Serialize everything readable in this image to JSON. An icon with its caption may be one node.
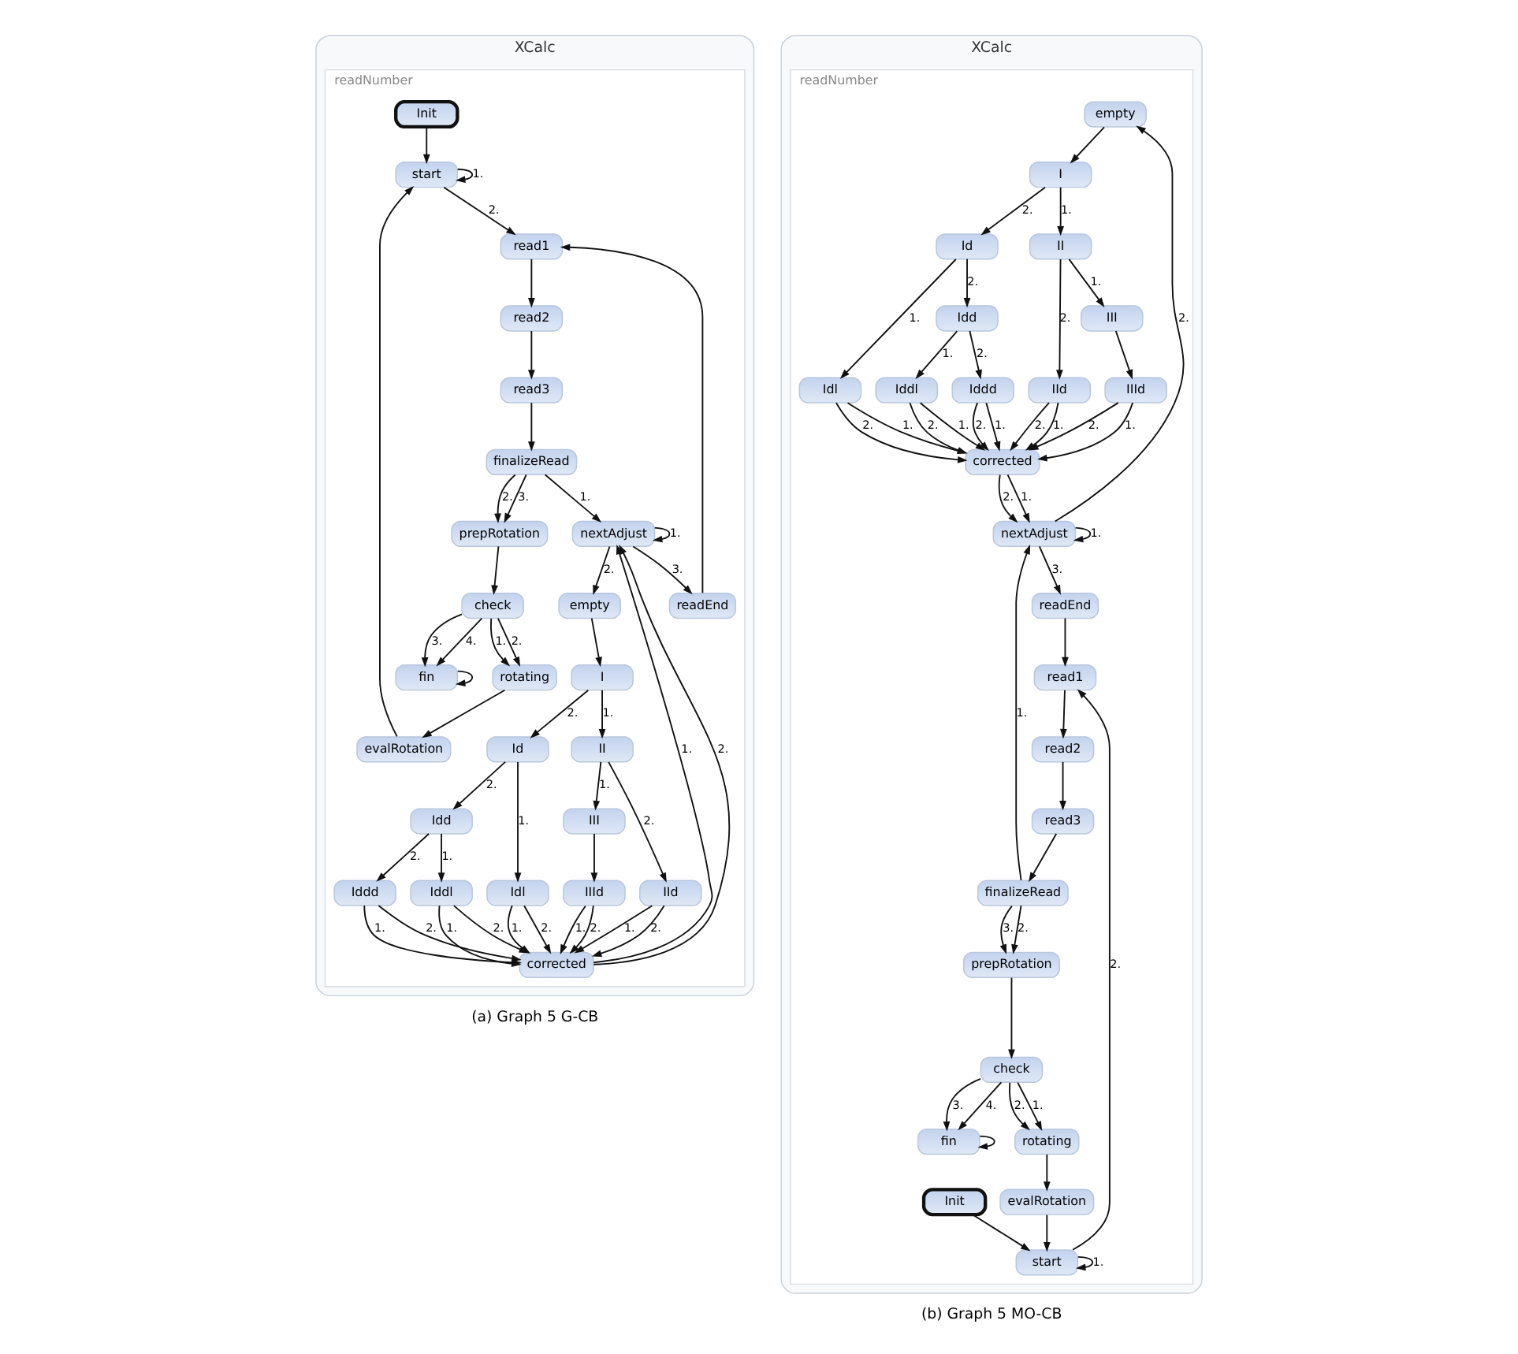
{
  "diagram": {
    "nodes": [
      {
        "text": [
          "XCalc"
        ],
        "beside": [
          "(a) Graph 5 G-CB"
        ]
      },
      {
        "text": [
          "readNumber"
        ],
        "in": 0
      },
      {
        "text": [
          "Init"
        ],
        "in": 1
      },
      {
        "text": [
          "finalizeRead"
        ],
        "in": 1
      },
      {
        "text": [
          "II"
        ],
        "in": 1
      },
      {
        "text": [
          "prepRotation"
        ],
        "in": 1
      },
      {
        "text": [
          "Idd"
        ],
        "in": 1
      },
      {
        "text": [
          "III"
        ],
        "in": 1
      },
      {
        "text": [
          "check"
        ],
        "in": 1
      },
      {
        "text": [
          "Iddl"
        ],
        "in": 1
      },
      {
        "text": [
          "Iddd"
        ],
        "in": 1
      },
      {
        "text": [
          "IIId"
        ],
        "in": 1
      },
      {
        "text": [
          "Idl"
        ],
        "in": 1
      },
      {
        "text": [
          "IId"
        ],
        "in": 1
      },
      {
        "text": [
          "rotating"
        ],
        "in": 1
      },
      {
        "text": [
          "fin"
        ],
        "in": 1
      },
      {
        "text": [
          "corrected"
        ],
        "in": 1
      },
      {
        "text": [
          "evalRotation"
        ],
        "in": 1
      },
      {
        "text": [
          "nextAdjust"
        ],
        "in": 1
      },
      {
        "text": [
          "start"
        ],
        "in": 1
      },
      {
        "text": [
          "readEnd"
        ],
        "in": 1
      },
      {
        "text": [
          "empty"
        ],
        "in": 1
      },
      {
        "text": [
          "read1"
        ],
        "in": 1
      },
      {
        "text": [
          "I"
        ],
        "in": 1
      },
      {
        "text": [
          "read2"
        ],
        "in": 1
      },
      {
        "text": [
          "Id"
        ],
        "in": 1
      },
      {
        "text": [
          "read3"
        ],
        "in": 1
      },
      {
        "text": [
          "XCalc"
        ],
        "beside": [
          "(b) Graph 5 MO-CB"
        ]
      },
      {
        "text": [
          "readNumber"
        ],
        "in": 27
      },
      {
        "text": [
          "empty"
        ],
        "in": 28
      },
      {
        "text": [
          "Init"
        ],
        "in": 28
      },
      {
        "text": [
          "I"
        ],
        "in": 28
      },
      {
        "text": [
          "start"
        ],
        "in": 28
      },
      {
        "text": [
          "II"
        ],
        "in": 28
      },
      {
        "text": [
          "Id"
        ],
        "in": 28
      },
      {
        "text": [
          "read1"
        ],
        "in": 28
      },
      {
        "text": [
          "III"
        ],
        "in": 28
      },
      {
        "text": [
          "Idd"
        ],
        "in": 28
      },
      {
        "text": [
          "read2"
        ],
        "in": 28
      },
      {
        "text": [
          "IIId"
        ],
        "in": 28
      },
      {
        "text": [
          "IId"
        ],
        "in": 28
      },
      {
        "text": [
          "Idl"
        ],
        "in": 28
      },
      {
        "text": [
          "Iddl"
        ],
        "in": 28
      },
      {
        "text": [
          "Iddd"
        ],
        "in": 28
      },
      {
        "text": [
          "read3"
        ],
        "in": 28
      },
      {
        "text": [
          "corrected"
        ],
        "in": 28
      },
      {
        "text": [
          "finalizeRead"
        ],
        "in": 28
      },
      {
        "text": [
          "nextAdjust"
        ],
        "in": 28
      },
      {
        "text": [
          "prepRotation"
        ],
        "in": 28
      },
      {
        "text": [
          "readEnd"
        ],
        "in": 28
      },
      {
        "text": [
          "check"
        ],
        "in": 28
      },
      {
        "text": [
          "rotating"
        ],
        "in": 28
      },
      {
        "text": [
          "fin"
        ],
        "in": 28
      },
      {
        "text": [
          "evalRotation"
        ],
        "in": 28
      }
    ],
    "edges": [
      {
        "from": 2,
        "to": 19,
        "arrow": "to"
      },
      {
        "from": 3,
        "to": 5,
        "arrow": "to",
        "label": "2."
      },
      {
        "from": 3,
        "to": 5,
        "arrow": "to",
        "label": "3."
      },
      {
        "from": 3,
        "to": 18,
        "arrow": "to",
        "label": "1."
      },
      {
        "from": 26,
        "to": 3,
        "arrow": "to"
      },
      {
        "from": 5,
        "to": 8,
        "arrow": "to"
      },
      {
        "from": 8,
        "to": 14,
        "arrow": "to",
        "label": "1."
      },
      {
        "from": 8,
        "to": 14,
        "arrow": "to",
        "label": "2."
      },
      {
        "from": 8,
        "to": 15,
        "arrow": "to",
        "label": "3."
      },
      {
        "from": 8,
        "to": 15,
        "arrow": "to",
        "label": "4."
      },
      {
        "from": 15,
        "to": 15,
        "arrow": "to"
      },
      {
        "from": 14,
        "to": 17,
        "arrow": "to"
      },
      {
        "from": 17,
        "to": 19,
        "arrow": "to"
      },
      {
        "from": 19,
        "to": 19,
        "arrow": "to",
        "label": "1."
      },
      {
        "from": 19,
        "to": 22,
        "arrow": "to",
        "label": "2."
      },
      {
        "from": 22,
        "to": 24,
        "arrow": "to"
      },
      {
        "from": 24,
        "to": 26,
        "arrow": "to"
      },
      {
        "from": 4,
        "to": 7,
        "arrow": "to",
        "label": "1."
      },
      {
        "from": 4,
        "to": 13,
        "arrow": "to",
        "label": "2."
      },
      {
        "from": 7,
        "to": 11,
        "arrow": "to"
      },
      {
        "from": 6,
        "to": 9,
        "arrow": "to",
        "label": "1."
      },
      {
        "from": 6,
        "to": 10,
        "arrow": "to",
        "label": "2."
      },
      {
        "from": 9,
        "to": 16,
        "arrow": "to",
        "label": "1."
      },
      {
        "from": 9,
        "to": 16,
        "arrow": "to",
        "label": "2."
      },
      {
        "from": 10,
        "to": 16,
        "arrow": "to",
        "label": "1."
      },
      {
        "from": 10,
        "to": 16,
        "arrow": "to",
        "label": "2."
      },
      {
        "from": 11,
        "to": 16,
        "arrow": "to",
        "label": "1."
      },
      {
        "from": 11,
        "to": 16,
        "arrow": "to",
        "label": "2."
      },
      {
        "from": 12,
        "to": 16,
        "arrow": "to",
        "label": "1."
      },
      {
        "from": 12,
        "to": 16,
        "arrow": "to",
        "label": "2."
      },
      {
        "from": 13,
        "to": 16,
        "arrow": "to",
        "label": "1."
      },
      {
        "from": 13,
        "to": 16,
        "arrow": "to",
        "label": "2."
      },
      {
        "from": 16,
        "to": 18,
        "arrow": "to",
        "label": "1."
      },
      {
        "from": 16,
        "to": 18,
        "arrow": "to",
        "label": "2."
      },
      {
        "from": 18,
        "to": 18,
        "arrow": "to",
        "label": "1."
      },
      {
        "from": 18,
        "to": 20,
        "arrow": "to",
        "label": "3."
      },
      {
        "from": 18,
        "to": 21,
        "arrow": "to",
        "label": "2."
      },
      {
        "from": 20,
        "to": 22,
        "arrow": "to"
      },
      {
        "from": 21,
        "to": 23,
        "arrow": "to"
      },
      {
        "from": 23,
        "to": 4,
        "arrow": "to",
        "label": "1."
      },
      {
        "from": 23,
        "to": 25,
        "arrow": "to",
        "label": "2."
      },
      {
        "from": 25,
        "to": 12,
        "arrow": "to",
        "label": "1."
      },
      {
        "from": 25,
        "to": 6,
        "arrow": "to",
        "label": "2."
      },
      {
        "from": 29,
        "to": 31,
        "arrow": "to"
      },
      {
        "from": 31,
        "to": 33,
        "arrow": "to",
        "label": "1."
      },
      {
        "from": 31,
        "to": 34,
        "arrow": "to",
        "label": "2."
      },
      {
        "from": 33,
        "to": 36,
        "arrow": "to",
        "label": "1."
      },
      {
        "from": 33,
        "to": 40,
        "arrow": "to",
        "label": "2."
      },
      {
        "from": 34,
        "to": 41,
        "arrow": "to",
        "label": "1."
      },
      {
        "from": 34,
        "to": 37,
        "arrow": "to",
        "label": "2."
      },
      {
        "from": 37,
        "to": 42,
        "arrow": "to",
        "label": "1."
      },
      {
        "from": 37,
        "to": 43,
        "arrow": "to",
        "label": "2."
      },
      {
        "from": 36,
        "to": 39,
        "arrow": "to"
      },
      {
        "from": 39,
        "to": 45,
        "arrow": "to",
        "label": "1."
      },
      {
        "from": 39,
        "to": 45,
        "arrow": "to",
        "label": "2."
      },
      {
        "from": 40,
        "to": 45,
        "arrow": "to",
        "label": "1."
      },
      {
        "from": 40,
        "to": 45,
        "arrow": "to",
        "label": "2."
      },
      {
        "from": 41,
        "to": 45,
        "arrow": "to",
        "label": "1."
      },
      {
        "from": 41,
        "to": 45,
        "arrow": "to",
        "label": "2."
      },
      {
        "from": 42,
        "to": 45,
        "arrow": "to",
        "label": "1."
      },
      {
        "from": 42,
        "to": 45,
        "arrow": "to",
        "label": "2."
      },
      {
        "from": 43,
        "to": 45,
        "arrow": "to",
        "label": "1."
      },
      {
        "from": 43,
        "to": 45,
        "arrow": "to",
        "label": "2."
      },
      {
        "from": 45,
        "to": 47,
        "arrow": "to",
        "label": "1."
      },
      {
        "from": 45,
        "to": 47,
        "arrow": "to",
        "label": "2."
      },
      {
        "from": 47,
        "to": 29,
        "arrow": "to",
        "label": "2."
      },
      {
        "from": 46,
        "to": 47,
        "arrow": "to",
        "label": "1."
      },
      {
        "from": 47,
        "to": 47,
        "arrow": "to",
        "label": "1."
      },
      {
        "from": 47,
        "to": 49,
        "arrow": "to",
        "label": "3."
      },
      {
        "from": 49,
        "to": 35,
        "arrow": "to"
      },
      {
        "from": 30,
        "to": 32,
        "arrow": "to"
      },
      {
        "from": 32,
        "to": 32,
        "arrow": "to",
        "label": "1."
      },
      {
        "from": 32,
        "to": 35,
        "arrow": "to",
        "label": "2."
      },
      {
        "from": 35,
        "to": 38,
        "arrow": "to"
      },
      {
        "from": 38,
        "to": 44,
        "arrow": "to"
      },
      {
        "from": 44,
        "to": 46,
        "arrow": "to"
      },
      {
        "from": 46,
        "to": 48,
        "arrow": "to",
        "label": "2."
      },
      {
        "from": 46,
        "to": 48,
        "arrow": "to",
        "label": "3."
      },
      {
        "from": 48,
        "to": 50,
        "arrow": "to"
      },
      {
        "from": 50,
        "to": 51,
        "arrow": "to",
        "label": "1."
      },
      {
        "from": 50,
        "to": 51,
        "arrow": "to",
        "label": "2."
      },
      {
        "from": 50,
        "to": 52,
        "arrow": "to",
        "label": "3."
      },
      {
        "from": 50,
        "to": 52,
        "arrow": "to",
        "label": "4."
      },
      {
        "from": 52,
        "to": 52,
        "arrow": "to"
      },
      {
        "from": 51,
        "to": 53,
        "arrow": "to"
      },
      {
        "from": 53,
        "to": 32,
        "arrow": "to"
      }
    ]
  }
}
